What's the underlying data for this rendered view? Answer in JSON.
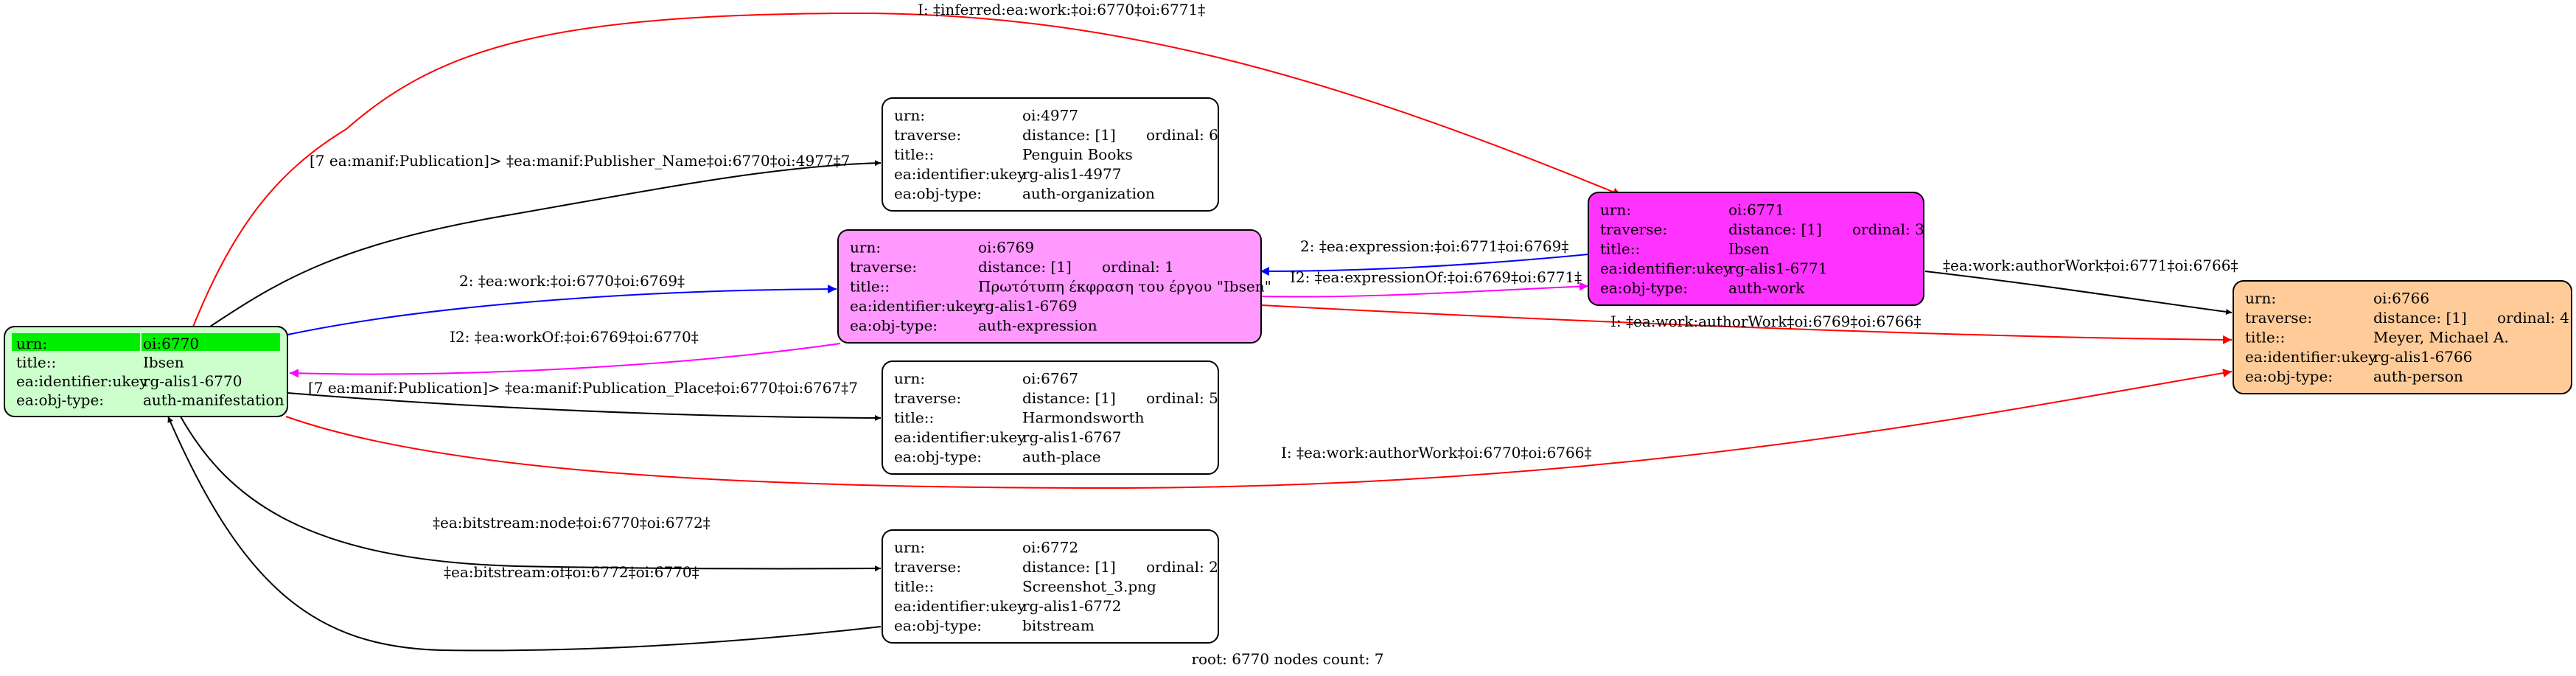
{
  "colors": {
    "manifestation": "#ccffcc",
    "manifestation_header": "#00ee00",
    "expression": "#ff99ff",
    "work": "#ff33ff",
    "person": "#ffcc99",
    "plain": "#ffffff",
    "edge_black": "#000000",
    "edge_red": "#ff0000",
    "edge_blue": "#0000ff",
    "edge_magenta": "#ff00ff"
  },
  "nodes": {
    "n6770": {
      "rows": [
        [
          "urn:",
          "oi:6770"
        ],
        [
          "title::",
          "Ibsen"
        ],
        [
          "ea:identifier:ukey",
          "rg-alis1-6770"
        ],
        [
          "ea:obj-type:",
          "auth-manifestation"
        ]
      ]
    },
    "n4977": {
      "rows": [
        [
          "urn:",
          "oi:4977"
        ],
        [
          "traverse:",
          "distance: [1]",
          "ordinal: 6"
        ],
        [
          "title::",
          "Penguin Books"
        ],
        [
          "ea:identifier:ukey",
          "rg-alis1-4977"
        ],
        [
          "ea:obj-type:",
          "auth-organization"
        ]
      ]
    },
    "n6769": {
      "rows": [
        [
          "urn:",
          "oi:6769"
        ],
        [
          "traverse:",
          "distance: [1]",
          "ordinal: 1"
        ],
        [
          "title::",
          "Πρωτότυπη έκφραση του έργου \"Ibsen\""
        ],
        [
          "ea:identifier:ukey",
          "rg-alis1-6769"
        ],
        [
          "ea:obj-type:",
          "auth-expression"
        ]
      ]
    },
    "n6767": {
      "rows": [
        [
          "urn:",
          "oi:6767"
        ],
        [
          "traverse:",
          "distance: [1]",
          "ordinal: 5"
        ],
        [
          "title::",
          "Harmondsworth"
        ],
        [
          "ea:identifier:ukey",
          "rg-alis1-6767"
        ],
        [
          "ea:obj-type:",
          "auth-place"
        ]
      ]
    },
    "n6772": {
      "rows": [
        [
          "urn:",
          "oi:6772"
        ],
        [
          "traverse:",
          "distance: [1]",
          "ordinal: 2"
        ],
        [
          "title::",
          "Screenshot_3.png"
        ],
        [
          "ea:identifier:ukey",
          "rg-alis1-6772"
        ],
        [
          "ea:obj-type:",
          "bitstream"
        ]
      ]
    },
    "n6771": {
      "rows": [
        [
          "urn:",
          "oi:6771"
        ],
        [
          "traverse:",
          "distance: [1]",
          "ordinal: 3"
        ],
        [
          "title::",
          "Ibsen"
        ],
        [
          "ea:identifier:ukey",
          "rg-alis1-6771"
        ],
        [
          "ea:obj-type:",
          "auth-work"
        ]
      ]
    },
    "n6766": {
      "rows": [
        [
          "urn:",
          "oi:6766"
        ],
        [
          "traverse:",
          "distance: [1]",
          "ordinal: 4"
        ],
        [
          "title::",
          "Meyer, Michael A."
        ],
        [
          "ea:identifier:ukey",
          "rg-alis1-6766"
        ],
        [
          "ea:obj-type:",
          "auth-person"
        ]
      ]
    }
  },
  "edges": {
    "inferred_work": "I: ‡inferred:ea:work:‡oi:6770‡oi:6771‡",
    "publisher": "[7 ea:manif:Publication]> ‡ea:manif:Publisher_Name‡oi:6770‡oi:4977‡7",
    "work": "2: ‡ea:work:‡oi:6770‡oi:6769‡",
    "work_of": "I2: ‡ea:workOf:‡oi:6769‡oi:6770‡",
    "pub_place": "[7 ea:manif:Publication]> ‡ea:manif:Publication_Place‡oi:6770‡oi:6767‡7",
    "expression": "2: ‡ea:expression:‡oi:6771‡oi:6769‡",
    "expression_of": "I2: ‡ea:expressionOf:‡oi:6769‡oi:6771‡",
    "author_work_6771": "‡ea:work:authorWork‡oi:6771‡oi:6766‡",
    "author_work_6769": "I: ‡ea:work:authorWork‡oi:6769‡oi:6766‡",
    "author_work_6770": "I: ‡ea:work:authorWork‡oi:6770‡oi:6766‡",
    "bitstream_node": "‡ea:bitstream:node‡oi:6770‡oi:6772‡",
    "bitstream_of": "‡ea:bitstream:of‡oi:6772‡oi:6770‡"
  },
  "footer": "root: 6770 nodes count: 7"
}
